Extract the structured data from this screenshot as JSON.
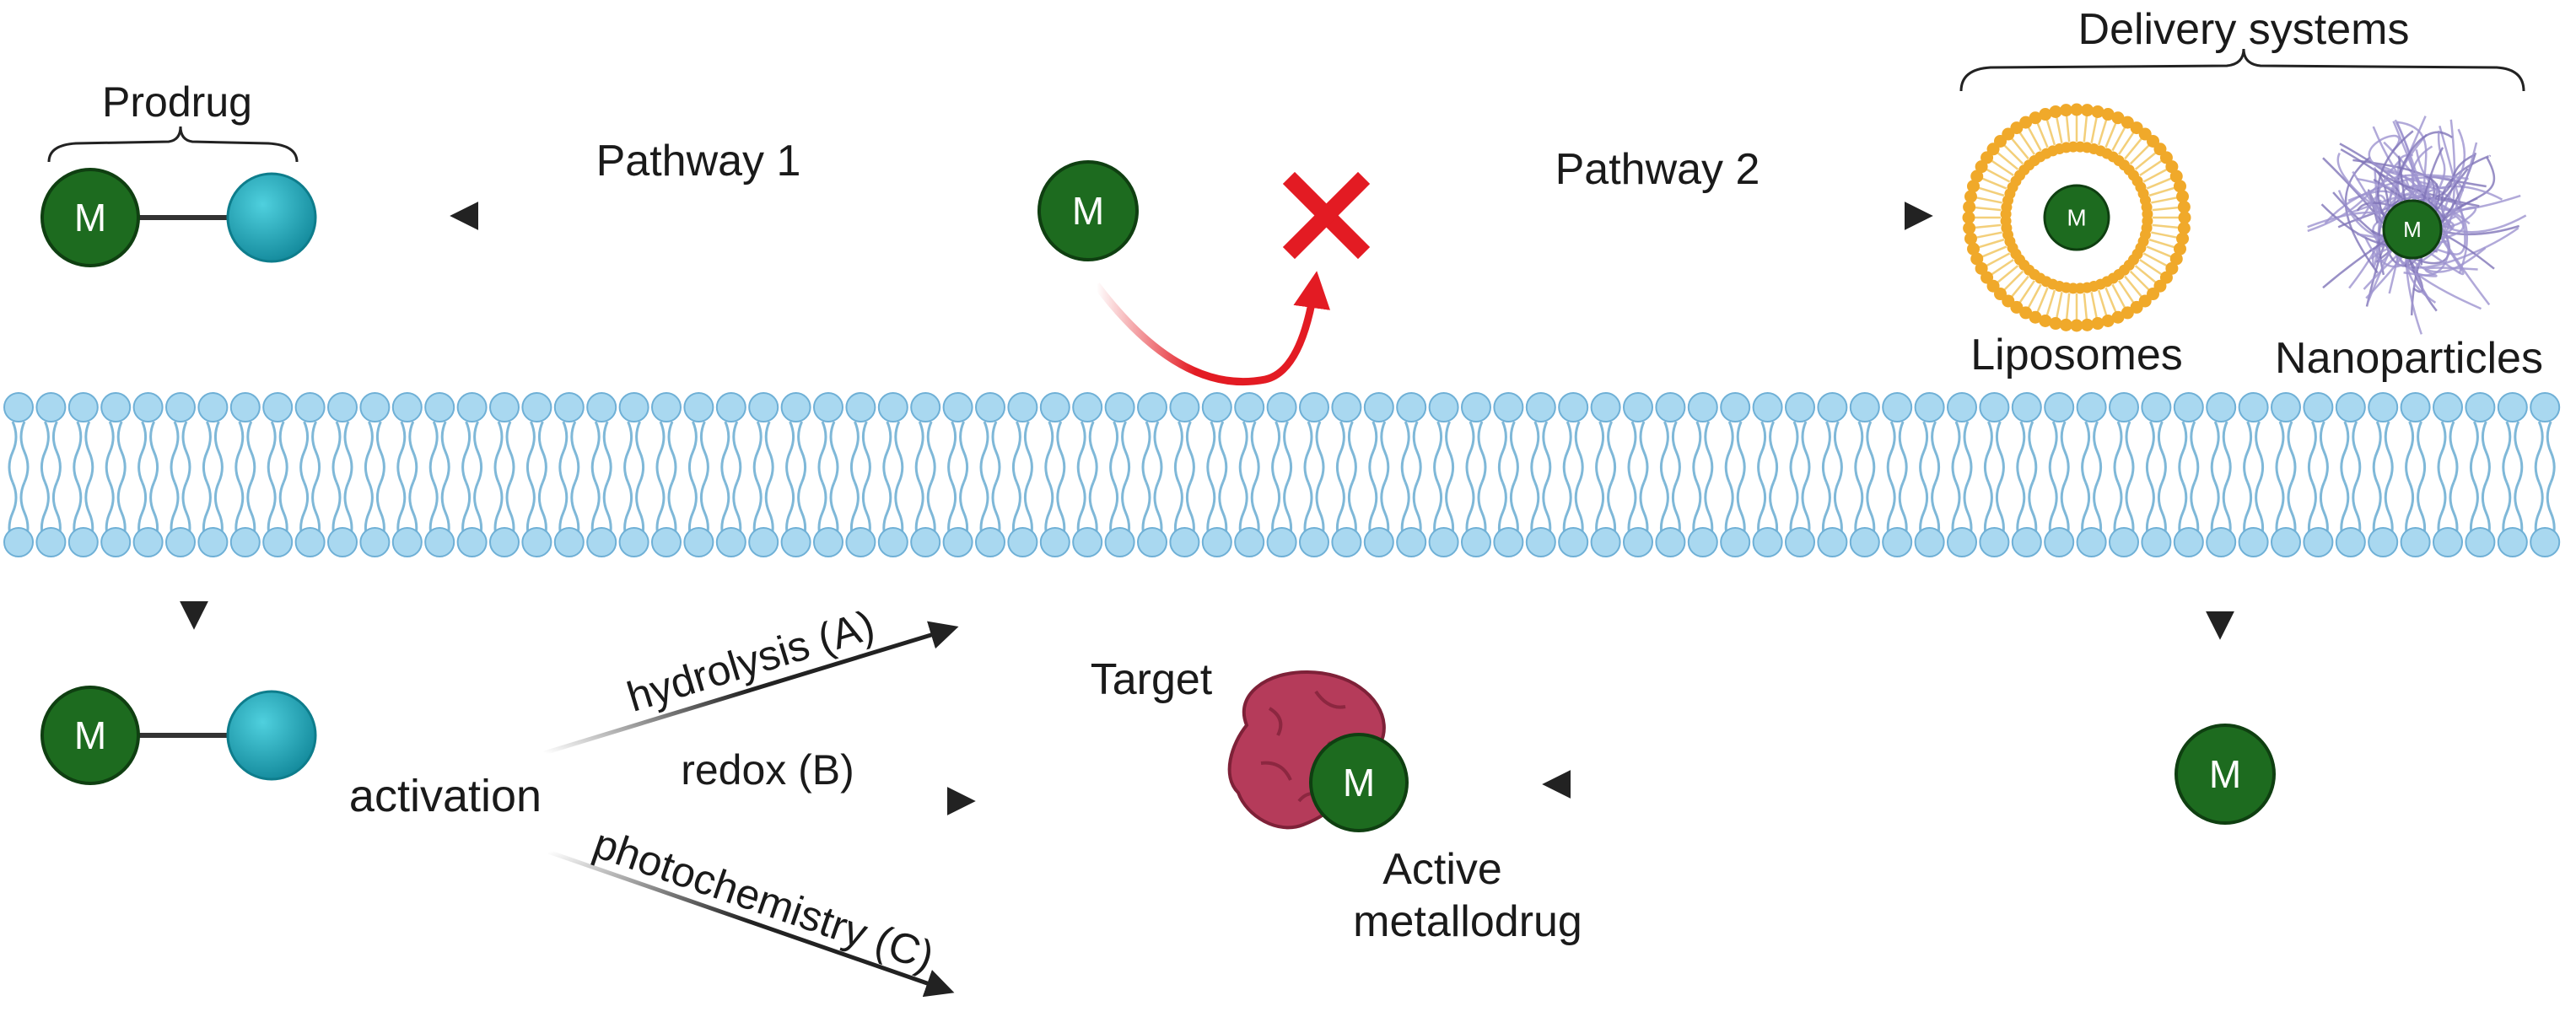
{
  "labels": {
    "prodrug": "Prodrug",
    "pathway1": "Pathway 1",
    "pathway2": "Pathway 2",
    "delivery_systems": "Delivery systems",
    "liposomes": "Liposomes",
    "nanoparticles": "Nanoparticles",
    "activation": "activation",
    "hydrolysis": "hydrolysis (A)",
    "redox": "redox (B)",
    "photochemistry": "photochemistry (C)",
    "target": "Target",
    "active_line1": "Active",
    "active_line2": "metallodrug"
  },
  "metal_symbol": "M",
  "colors": {
    "metal_green": "#1d6b1f",
    "ligand_teal": "#1aa0b0",
    "blocked_red": "#e31b23",
    "membrane_blue": "#a9d8f0",
    "liposome_orange": "#f0a92a",
    "nanoparticle_purple": "#9e93cf",
    "target_protein": "#b53b5a",
    "arrow_dark": "#222222"
  }
}
